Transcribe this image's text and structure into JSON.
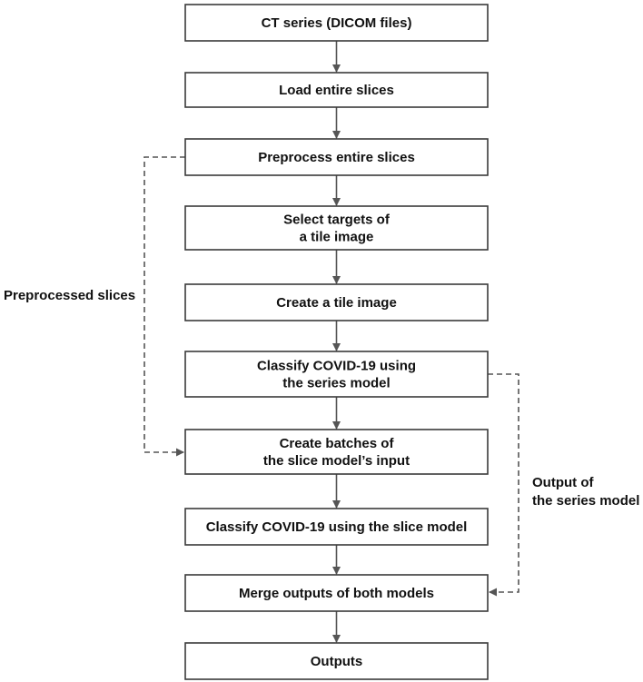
{
  "nodes": [
    {
      "id": "ct-series",
      "lines": [
        "CT series (DICOM files)"
      ]
    },
    {
      "id": "load-slices",
      "lines": [
        "Load entire slices"
      ]
    },
    {
      "id": "preprocess-slices",
      "lines": [
        "Preprocess entire slices"
      ]
    },
    {
      "id": "select-targets",
      "lines": [
        "Select targets of",
        "a tile image"
      ]
    },
    {
      "id": "create-tile",
      "lines": [
        "Create a tile image"
      ]
    },
    {
      "id": "classify-series",
      "lines": [
        "Classify COVID-19 using",
        "the series model"
      ]
    },
    {
      "id": "create-batches",
      "lines": [
        "Create batches of",
        "the slice model’s input"
      ]
    },
    {
      "id": "classify-slice",
      "lines": [
        "Classify COVID-19 using the slice model"
      ]
    },
    {
      "id": "merge-outputs",
      "lines": [
        "Merge outputs of both models"
      ]
    },
    {
      "id": "outputs",
      "lines": [
        "Outputs"
      ]
    }
  ],
  "side_labels": {
    "preprocessed": [
      "Preprocessed slices"
    ],
    "series_output": [
      "Output of",
      "the series model"
    ]
  }
}
